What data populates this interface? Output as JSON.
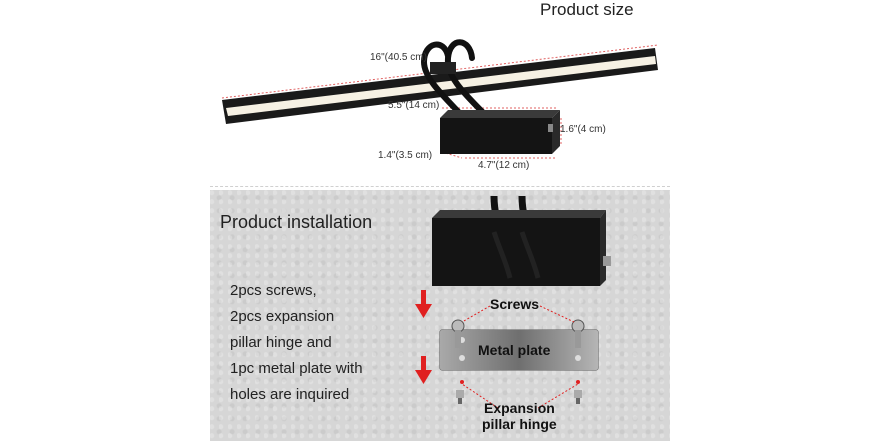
{
  "product_size": {
    "title": "Product size",
    "dims": {
      "length": "16\"(40.5 cm)",
      "arm": "5.5\"(14 cm)",
      "height": "1.6\"(4 cm)",
      "depth": "1.4\"(3.5 cm)",
      "width": "4.7\"(12 cm)"
    }
  },
  "installation": {
    "title": "Product installation",
    "description": [
      "2pcs screws,",
      "2pcs expansion",
      "pillar hinge and",
      "1pc metal plate with",
      "holes are inquired"
    ],
    "labels": {
      "screws": "Screws",
      "metal_plate": "Metal plate",
      "hinge_line1": "Expansion",
      "hinge_line2": "pillar hinge"
    }
  },
  "colors": {
    "accent_red": "#e02020",
    "dimension_line": "#e06060",
    "lamp_body": "#1a1a1a",
    "light_strip": "#f6f1e4",
    "plate": "#8a8a8a"
  }
}
